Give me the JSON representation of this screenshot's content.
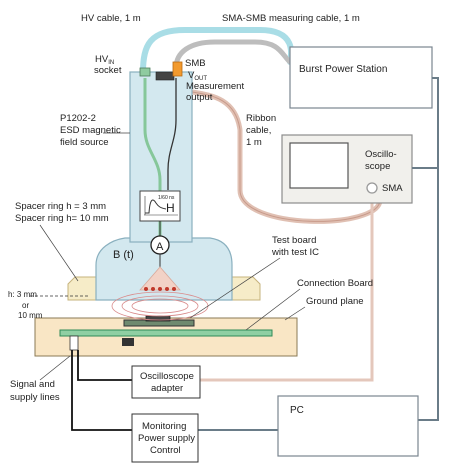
{
  "labels": {
    "hv_cable": "HV cable, 1 m",
    "sma_cable": "SMA-SMB measuring cable, 1 m",
    "hv_socket_1": "HV",
    "hv_socket_sub": "IN",
    "hv_socket_2": "socket",
    "smb": "SMB",
    "vout_1": "V",
    "vout_sub": "OUT",
    "measurement_1": "Measurement",
    "measurement_2": "output",
    "burst_power_station": "Burst Power Station",
    "ribbon_1": "Ribbon",
    "ribbon_2": "cable,",
    "ribbon_3": "1 m",
    "oscillo_1": "Oscillo-",
    "oscillo_2": "scope",
    "sma": "SMA",
    "p1202_1": "P1202-2",
    "p1202_2": "ESD magnetic",
    "p1202_3": "field source",
    "spacer_3": "Spacer ring h = 3 mm",
    "spacer_10": "Spacer ring h= 10 mm",
    "h_symbol": "H",
    "scale_label": "1/60 ns",
    "ammeter": "A",
    "bt": "B (t)",
    "test_board_1": "Test board",
    "test_board_2": "with test IC",
    "connection_board": "Connection Board",
    "ground_plane": "Ground plane",
    "h_dim_1": "h:  3 mm",
    "h_dim_2": "or",
    "h_dim_3": "10 mm",
    "signal_1": "Signal and",
    "signal_2": "supply lines",
    "osc_adapter_1": "Oscilloscope",
    "osc_adapter_2": "adapter",
    "pc": "PC",
    "monitor_1": "Monitoring",
    "monitor_2": "Power supply",
    "monitor_3": "Control"
  },
  "colors": {
    "probe_fill": "#cfe6ee",
    "probe_stroke": "#7fa9b8",
    "spacer_fill": "#f6ecc8",
    "ground_fill": "#f9e5c2",
    "board_green": "#2e8b57",
    "cable_cyan": "#a9dde6",
    "cable_gray": "#b9b9b9",
    "ribbon_pink": "#d9b3a6",
    "line_gray": "#6a7c88"
  },
  "icons": {
    "ammeter": "ammeter-icon",
    "waveform": "waveform-icon"
  }
}
